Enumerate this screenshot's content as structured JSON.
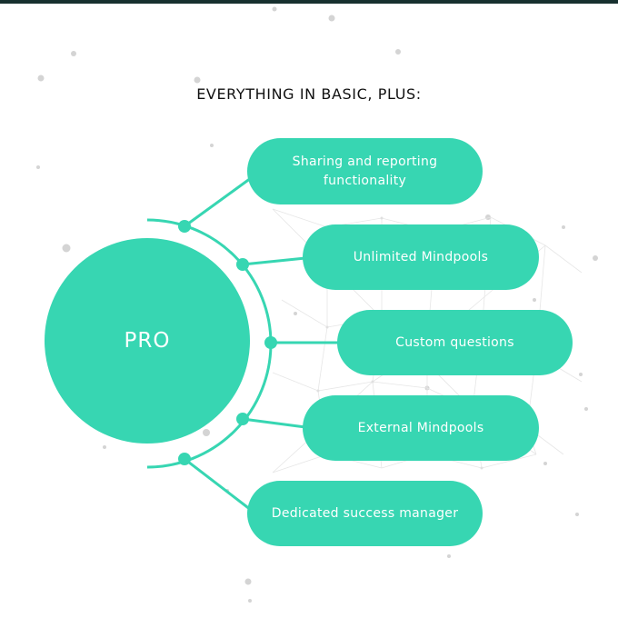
{
  "heading": "EVERYTHING IN BASIC, PLUS:",
  "plan": {
    "name": "PRO"
  },
  "features": [
    {
      "label": "Sharing and reporting functionality"
    },
    {
      "label": "Unlimited Mindpools"
    },
    {
      "label": "Custom questions"
    },
    {
      "label": "External Mindpools"
    },
    {
      "label": "Dedicated success manager"
    }
  ],
  "colors": {
    "accent": "#37d6b2",
    "top_bar": "#17302f",
    "heading_text": "#111111",
    "pill_text": "#ffffff",
    "background_dots": "#d6d6d6"
  }
}
